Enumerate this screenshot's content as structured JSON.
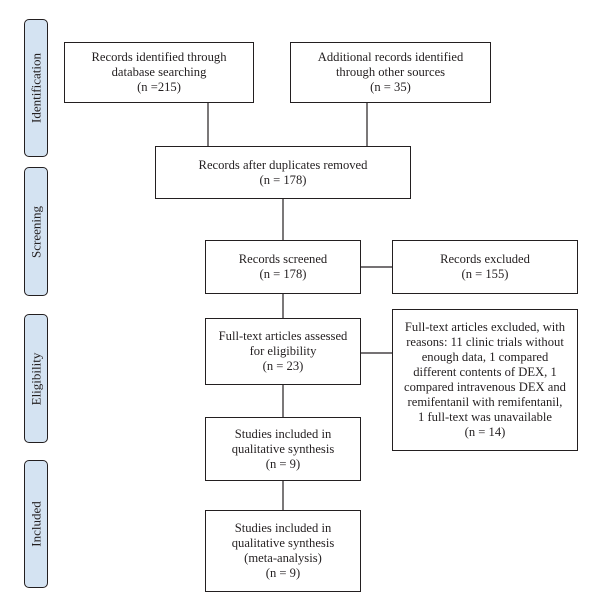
{
  "stages": {
    "identification": "Identification",
    "screening": "Screening",
    "eligibility": "Eligibility",
    "included": "Included"
  },
  "boxes": {
    "records_identified": {
      "lines": [
        "Records identified through",
        "database searching",
        "(n =215)"
      ]
    },
    "additional_records": {
      "lines": [
        "Additional records identified",
        "through other sources",
        "(n = 35)"
      ]
    },
    "duplicates_removed": {
      "lines": [
        "Records after duplicates removed",
        "(n = 178)"
      ]
    },
    "records_screened": {
      "lines": [
        "Records screened",
        "(n = 178)"
      ]
    },
    "records_excluded": {
      "lines": [
        "Records excluded",
        "(n = 155)"
      ]
    },
    "fulltext_assessed": {
      "lines": [
        "Full-text articles assessed",
        "for eligibility",
        "(n = 23)"
      ]
    },
    "fulltext_excluded": {
      "lines": [
        "Full-text articles excluded, with",
        "reasons: 11 clinic trials without",
        "enough data, 1 compared",
        "different contents of DEX, 1",
        "compared intravenous DEX and",
        "remifentanil with remifentanil,",
        "1 full-text was unavailable",
        "(n = 14)"
      ]
    },
    "qualitative_synthesis": {
      "lines": [
        "Studies included in",
        "qualitative synthesis",
        "(n = 9)"
      ]
    },
    "meta_analysis": {
      "lines": [
        "Studies included in",
        "qualitative synthesis",
        "(meta-analysis)",
        "(n = 9)"
      ]
    }
  }
}
